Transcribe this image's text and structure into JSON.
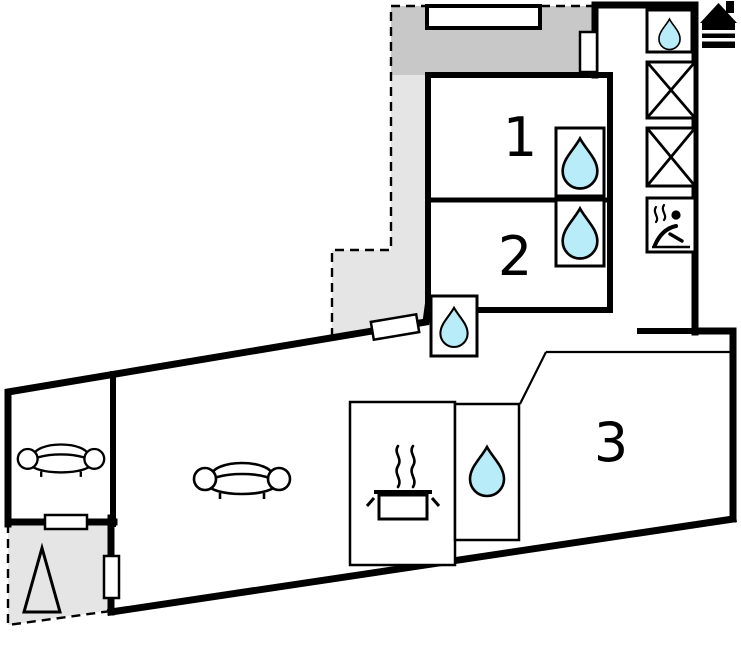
{
  "scene": {
    "type": "floor-plan"
  },
  "colors": {
    "wall": "#000000",
    "terrace": "#c8c8c8",
    "outdoor": "#e5e5e5",
    "water": "#b8ecf8",
    "background": "#ffffff"
  },
  "rooms": [
    {
      "id": "room-1",
      "label": "1"
    },
    {
      "id": "room-2",
      "label": "2"
    },
    {
      "id": "room-3",
      "label": "3"
    }
  ],
  "icons": {
    "water_drop": "water-drop-icon",
    "sofa": "sofa-icon",
    "cooking_pot": "cooking-pot-icon",
    "wash_place": "wash-place-icon",
    "window_cross": "crossed-box-icon",
    "house": "house-icon",
    "triangle": "triangle-icon",
    "bench": "bench"
  }
}
